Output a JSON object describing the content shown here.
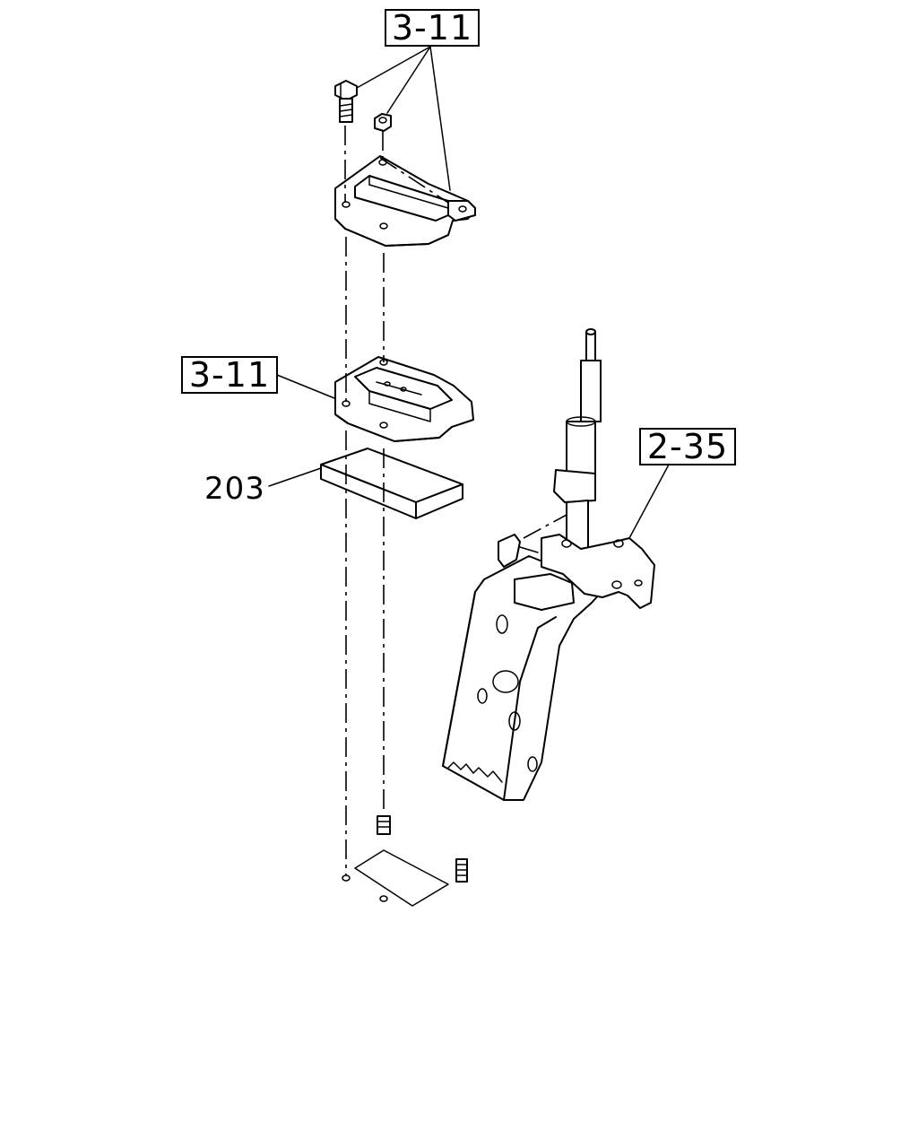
{
  "callouts": {
    "top": "3-11",
    "mid": "3-11",
    "right": "2-35"
  },
  "parts": {
    "insulator_number": "203"
  }
}
